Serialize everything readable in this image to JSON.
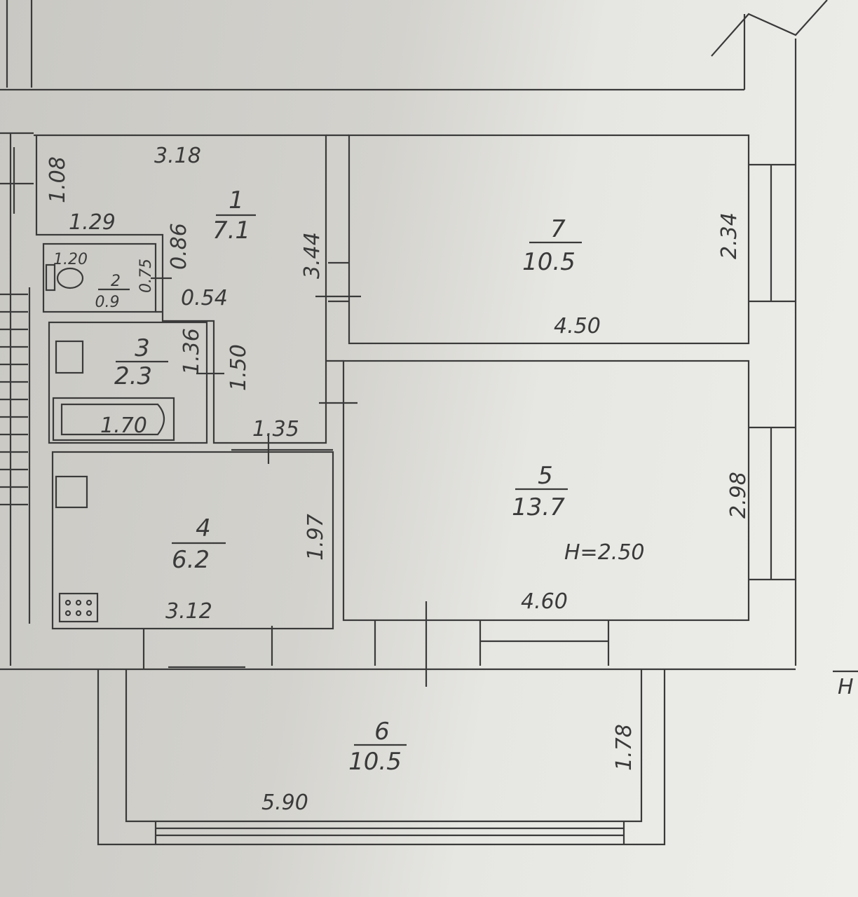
{
  "rooms": [
    {
      "number": "1",
      "area": "7.1"
    },
    {
      "number": "2",
      "area": "0.9"
    },
    {
      "number": "3",
      "area": "2.3"
    },
    {
      "number": "4",
      "area": "6.2"
    },
    {
      "number": "5",
      "area": "13.7"
    },
    {
      "number": "6",
      "area": "10.5"
    },
    {
      "number": "7",
      "area": "10.5"
    }
  ],
  "dimensions": {
    "d318": "3.18",
    "d108": "1.08",
    "d129": "1.29",
    "d086": "0.86",
    "d120": "1.20",
    "d075": "0.75",
    "d054": "0.54",
    "d344": "3.44",
    "d136": "1.36",
    "d150": "1.50",
    "d170": "1.70",
    "d135": "1.35",
    "d197": "1.97",
    "d312": "3.12",
    "d450": "4.50",
    "d234": "2.34",
    "d298": "2.98",
    "d460": "4.60",
    "d178": "1.78",
    "d590": "5.90"
  },
  "ceiling_height": "H=2.50",
  "edge_fragment": "H"
}
